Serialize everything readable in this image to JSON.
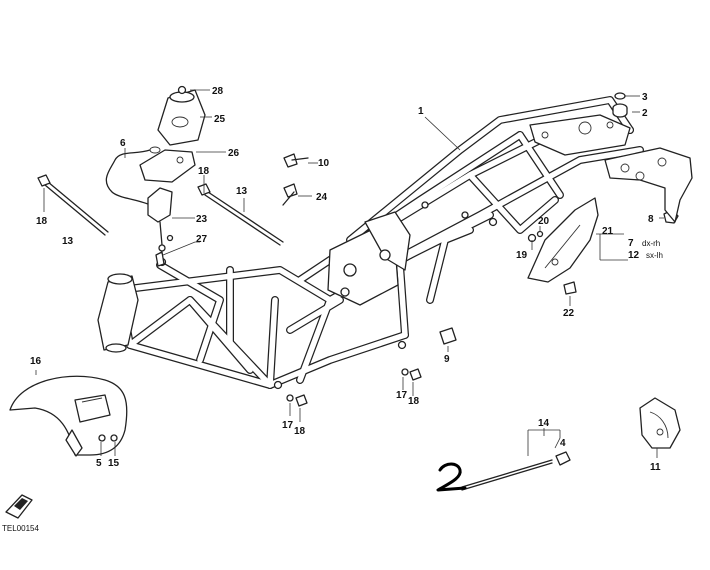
{
  "drawing_code": "TEL00154",
  "callouts": {
    "c1": "1",
    "c2": "2",
    "c3": "3",
    "c4": "4",
    "c5": "5",
    "c6": "6",
    "c7": "7",
    "c7_note": "dx-rh",
    "c8": "8",
    "c9": "9",
    "c10": "10",
    "c11": "11",
    "c12": "12",
    "c12_note": "sx-lh",
    "c13a": "13",
    "c13b": "13",
    "c14": "14",
    "c15": "15",
    "c16": "16",
    "c17a": "17",
    "c17b": "17",
    "c18a": "18",
    "c18b": "18",
    "c18c": "18",
    "c18d": "18",
    "c19": "19",
    "c20": "20",
    "c21": "21",
    "c22": "22",
    "c23": "23",
    "c24": "24",
    "c25": "25",
    "c26": "26",
    "c27": "27",
    "c28": "28"
  },
  "handwritten_mark": "2",
  "icons": {
    "logo": "ducati-logo-icon"
  }
}
